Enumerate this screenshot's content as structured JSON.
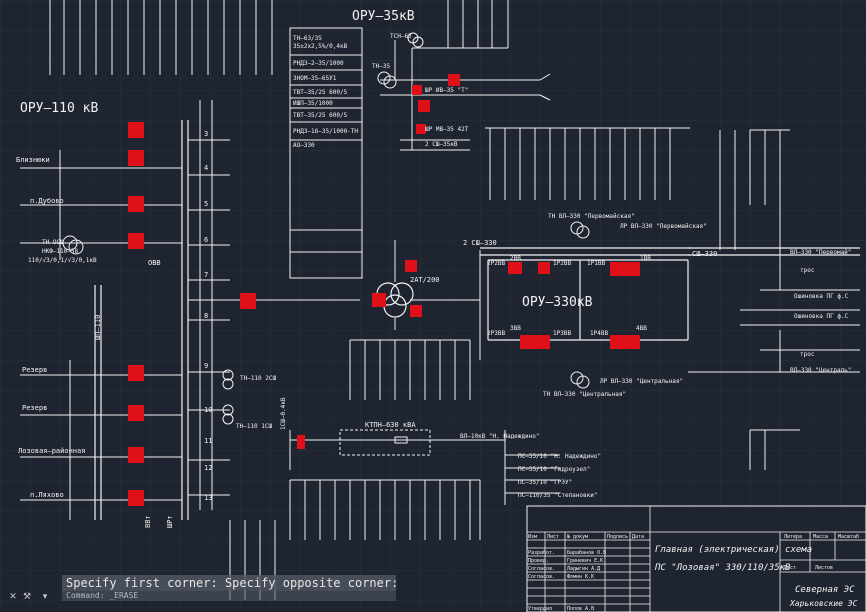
{
  "diagram": {
    "title_35": "ОРУ–35кВ",
    "title_110": "ОРУ–110 кВ",
    "title_330": "ОРУ–330кВ",
    "bus_labels": {
      "shsh_110": "ШП–110",
      "shsh_330": "2 СШ–330",
      "sh_330_right": "СШ–330",
      "tn_35": "ТСН–63",
      "tn_35_2": "ТН–35",
      "shr_ri": "ШР ИВ–35 \"Т\"",
      "shr_mv": "ШР МВ–35 42Т",
      "sh_sh35": "2 СШ–35кВ",
      "cell_2at": "2АТ/200",
      "kt_label": "КТПН–630 кВА"
    },
    "left_lines": [
      {
        "label": "Близнюки",
        "y": 0
      },
      {
        "label": "п.Дубово",
        "y": 1
      },
      {
        "label": "ТН ОСШ",
        "y": 2
      },
      {
        "label": "НКФ–110–58",
        "y": 3
      },
      {
        "label": "110/√3/0,1/√3/0,1кВ",
        "y": 4
      },
      {
        "label": "Резерв",
        "y": 5
      },
      {
        "label": "Резерв",
        "y": 6
      },
      {
        "label": "Лозовая–районная",
        "y": 7
      },
      {
        "label": "п.Ляхово",
        "y": 8
      }
    ],
    "cell_numbers": [
      "3",
      "4",
      "5",
      "6",
      "7",
      "8",
      "9",
      "10",
      "11",
      "12",
      "13"
    ],
    "equip_35": [
      "ТН–63/35",
      "35±2х2,5%/0,4кВ",
      "РНДЗ–2–35/1000",
      "ЗНОМ–35–65У1",
      "ТВТ–35/25 600/5",
      "ИШП–35/1000",
      "ТВТ–35/25 600/5",
      "РНДЗ–1б–35/1000-ТН",
      "АО–330"
    ],
    "right_lines": [
      {
        "label": "ВЛ–330 \"Первомай\""
      },
      {
        "label": "трос"
      },
      {
        "label": "Ошиновка ПГ ф.С"
      },
      {
        "label": "Ошиновка ПГ ф.С"
      },
      {
        "label": "трос"
      },
      {
        "label": "ВЛ–330 \"Централь\""
      }
    ],
    "vl_10": [
      "ВЛ–10кВ \"Н. Надеждино\"",
      "ПС–35/10 \"Н. Надеждино\"",
      "ПС–35/10 \"Гидроузел\"",
      "ПС–35/10 \"ГРЭУ\"",
      "ПС–110/35 \"Степановки\""
    ],
    "breaker_labels_330": [
      "2Р2ВВ",
      "2ВВ",
      "1Р2ВВ",
      "1Р1ВВ",
      "1ВВ",
      "2Р3ВВ",
      "3ВВ",
      "1Р3ВВ",
      "1Р4ВВ",
      "4ВВ"
    ],
    "misc_labels": [
      "ТН ВЛ–330 \"Первомайская\"",
      "ЛР ВЛ–330 \"Первомайская\"",
      "ЛР ВЛ–330 \"Центральная\"",
      "ТН ВЛ–330 \"Центральная\"",
      "ТН–110 2СШ",
      "ТН–110 1СШ",
      "1СШ–0.4кВ",
      "ОВВ",
      "ВВт",
      "ШРт"
    ]
  },
  "title_block": {
    "drawing_title": "Главная (электрическая) схема",
    "drawing_subtitle": "ПС \"Лозовая\" 330/110/35кВ",
    "org": "Северная ЭС",
    "org2": "Харьковские ЭС",
    "headers": [
      "Изм",
      "Лист",
      "№ докум",
      "Подпись",
      "Дата"
    ],
    "rows": [
      [
        "Разработ.",
        "Барабанов О.В"
      ],
      [
        "Провер.",
        "Гриневич Е.К"
      ],
      [
        "Согласов.",
        "Ладыгин А.Д"
      ],
      [
        "Согласов.",
        "Фомин К.К"
      ],
      [
        "Утвердил",
        "Попов А.В"
      ]
    ],
    "stage_label": "Литера",
    "mass_label": "Масса",
    "scale_label": "Масштаб",
    "sheet_label": "Лист",
    "sheets_label": "Листов"
  },
  "command_line": {
    "current": "Specify first corner: Specify opposite corner:",
    "history": "Command: _ERASE"
  },
  "colors": {
    "background": "#1f2530",
    "grid": "#2a313d",
    "lines": "#f2f2f2",
    "equipment_red": "#e0101a"
  }
}
